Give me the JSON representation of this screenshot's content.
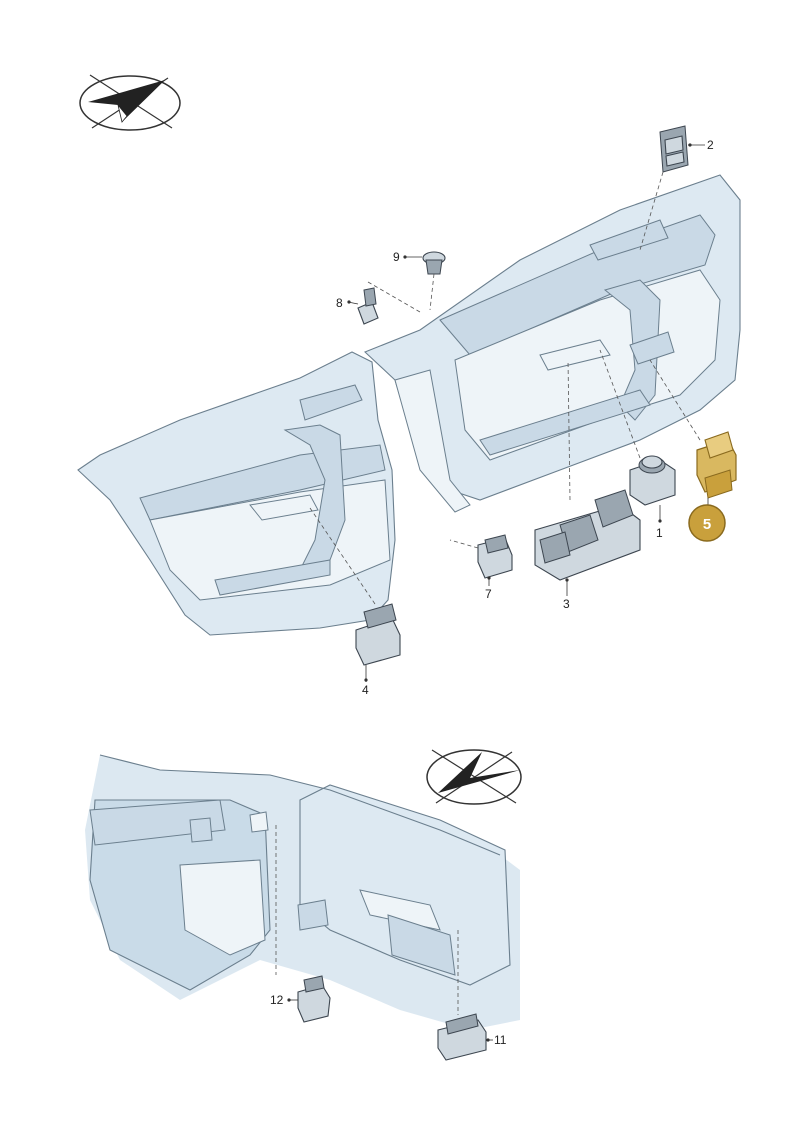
{
  "callouts": [
    {
      "id": 1,
      "label": "1"
    },
    {
      "id": 2,
      "label": "2"
    },
    {
      "id": 3,
      "label": "3"
    },
    {
      "id": 4,
      "label": "4"
    },
    {
      "id": 5,
      "label": "5",
      "highlighted": true
    },
    {
      "id": 7,
      "label": "7"
    },
    {
      "id": 8,
      "label": "8"
    },
    {
      "id": 9,
      "label": "9"
    },
    {
      "id": 11,
      "label": "11"
    },
    {
      "id": 12,
      "label": "12"
    }
  ],
  "colors": {
    "highlight_fill": "#c9a03c",
    "highlight_stroke": "#8a6a1e",
    "panel_fill": "#dde9f2",
    "outline": "#3d4650"
  },
  "icons": [
    "view-direction-front-icon",
    "view-direction-rear-icon"
  ]
}
